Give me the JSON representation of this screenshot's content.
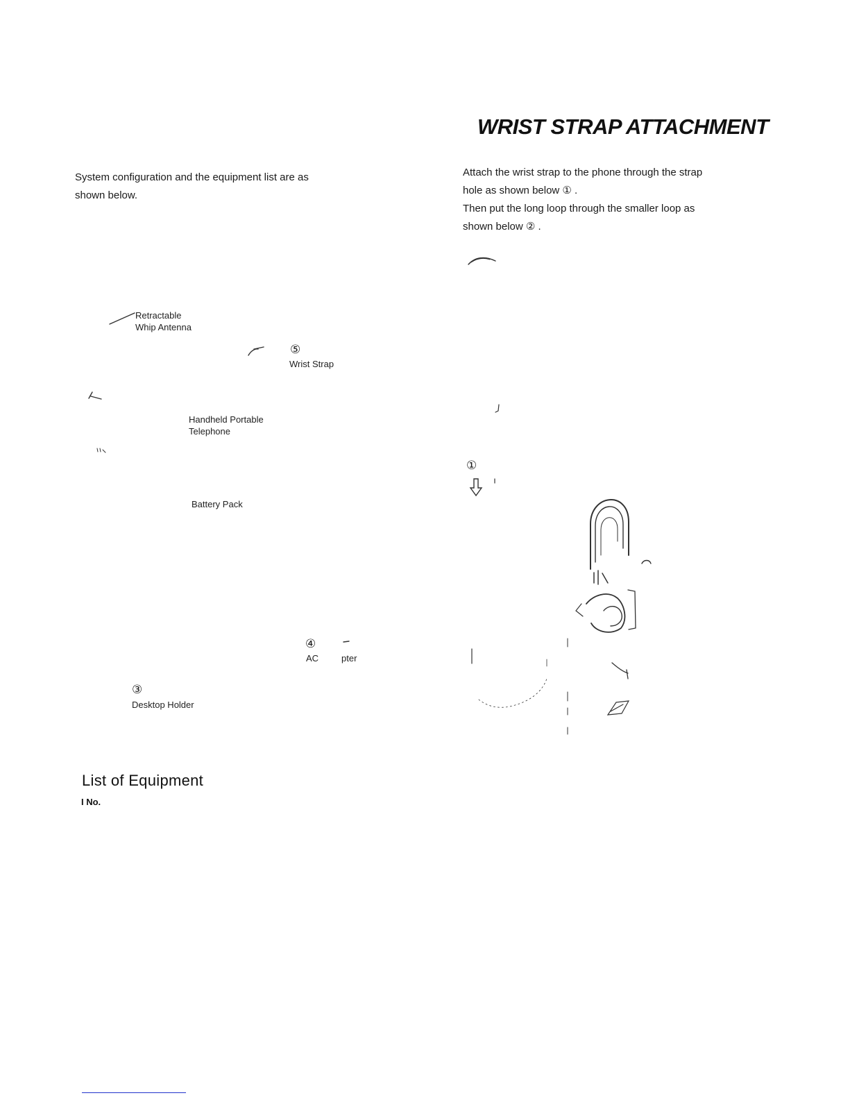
{
  "left": {
    "intro_line1": "System configuration and the equipment list are as",
    "intro_line2": "shown below.",
    "labels": {
      "antenna_line1": "Retractable",
      "antenna_line2": "Whip Antenna",
      "strap_num": "⑤",
      "strap": "Wrist Strap",
      "phone_line1": "Handheld Portable",
      "phone_line2": "Telephone",
      "battery": "Battery Pack",
      "adapter_num": "④",
      "adapter_a": "AC",
      "adapter_b": "pter",
      "holder_num": "③",
      "holder": "Desktop Holder"
    },
    "list_title": "List of Equipment",
    "list_col": "I No."
  },
  "right": {
    "title": "WRIST STRAP ATTACHMENT",
    "para1_line1": "Attach the wrist strap to the phone through the strap",
    "para1_line2": "hole as shown below ① .",
    "para2_line1": "Then put the long loop through the smaller loop as",
    "para2_line2": "shown below ② .",
    "step1": "①"
  }
}
